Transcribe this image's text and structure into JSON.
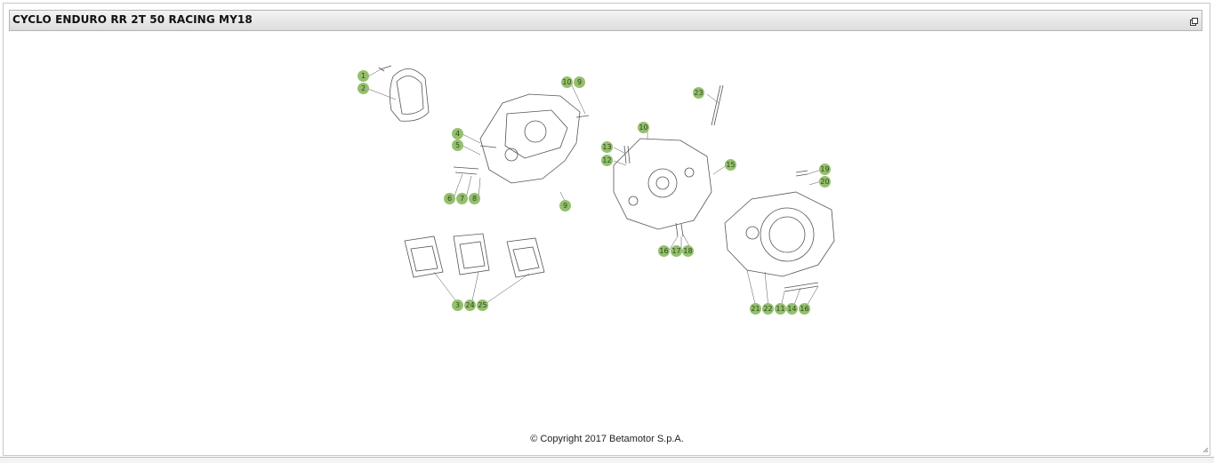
{
  "header": {
    "title": "CYCLO ENDURO RR 2T 50 RACING MY18"
  },
  "callouts": [
    {
      "label": "1"
    },
    {
      "label": "2"
    },
    {
      "label": "10"
    },
    {
      "label": "9"
    },
    {
      "label": "23"
    },
    {
      "label": "4"
    },
    {
      "label": "5"
    },
    {
      "label": "10"
    },
    {
      "label": "13"
    },
    {
      "label": "12"
    },
    {
      "label": "15"
    },
    {
      "label": "19"
    },
    {
      "label": "20"
    },
    {
      "label": "6"
    },
    {
      "label": "7"
    },
    {
      "label": "8"
    },
    {
      "label": "9"
    },
    {
      "label": "16"
    },
    {
      "label": "17"
    },
    {
      "label": "18"
    },
    {
      "label": "3"
    },
    {
      "label": "24"
    },
    {
      "label": "25"
    },
    {
      "label": "21"
    },
    {
      "label": "22"
    },
    {
      "label": "11"
    },
    {
      "label": "14"
    },
    {
      "label": "16"
    }
  ],
  "footer": {
    "copyright": "© Copyright 2017 Betamotor S.p.A."
  }
}
